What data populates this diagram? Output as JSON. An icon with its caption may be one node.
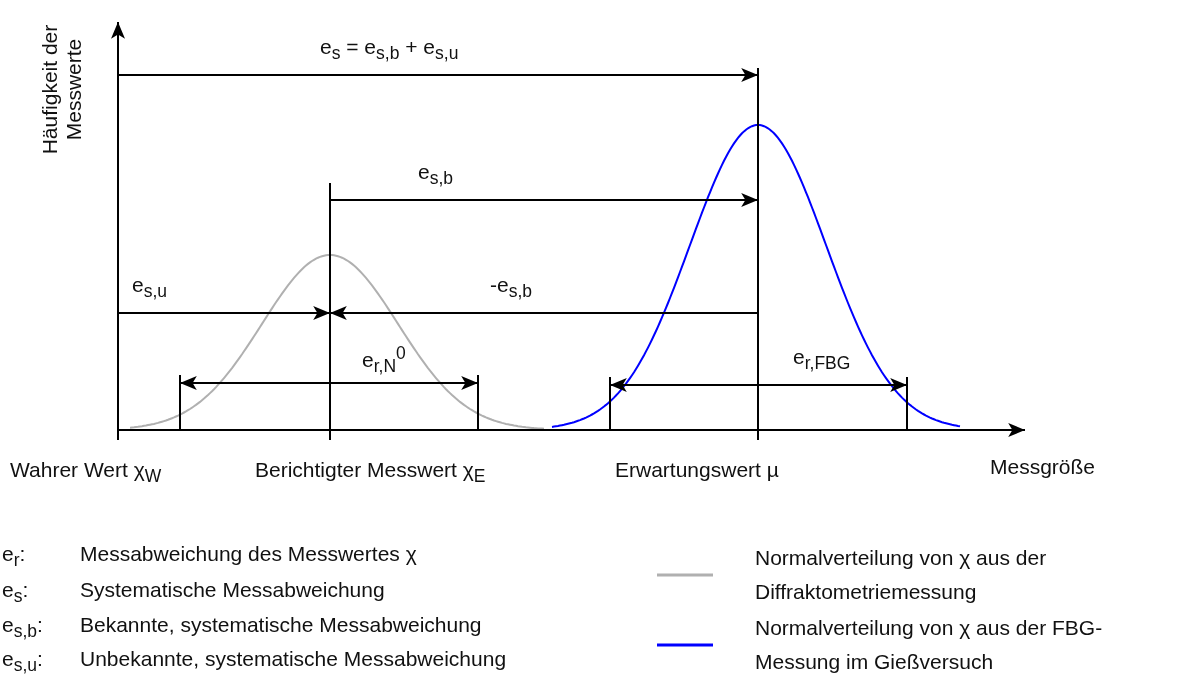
{
  "diagram": {
    "labels": [
      "Häufigkeit der Messwerte",
      "e$_{s}$ = e$_{s,b}$ + e$_{s,u}$",
      "e$_{s,b}$",
      "e$_{s,u}$",
      "-e$_{s,b}$",
      "e$_{r,N}$$^{0}$",
      "e$_{r,FBG}$",
      "Wahrer Wert χ$_{W}$",
      "Berichtigter Messwert χ$_{E}$",
      "Erwartungswert µ",
      "Messgröße",
      "e$_{r}$:",
      "Messabweichung des Messwertes  χ",
      "e$_{s}$:",
      "Systematische Messabweichung",
      "e$_{s,b}$:",
      "Bekannte, systematische Messabweichung",
      "e$_{s,u}$:",
      "Unbekannte, systematische Messabweichung"
    ],
    "legend": [
      {
        "text": "Normalverteilung von χ aus der Diffraktometriemessung"
      },
      {
        "text": "Normalverteilung von χ aus der FBG-Messung im Gießversuch"
      }
    ]
  }
}
